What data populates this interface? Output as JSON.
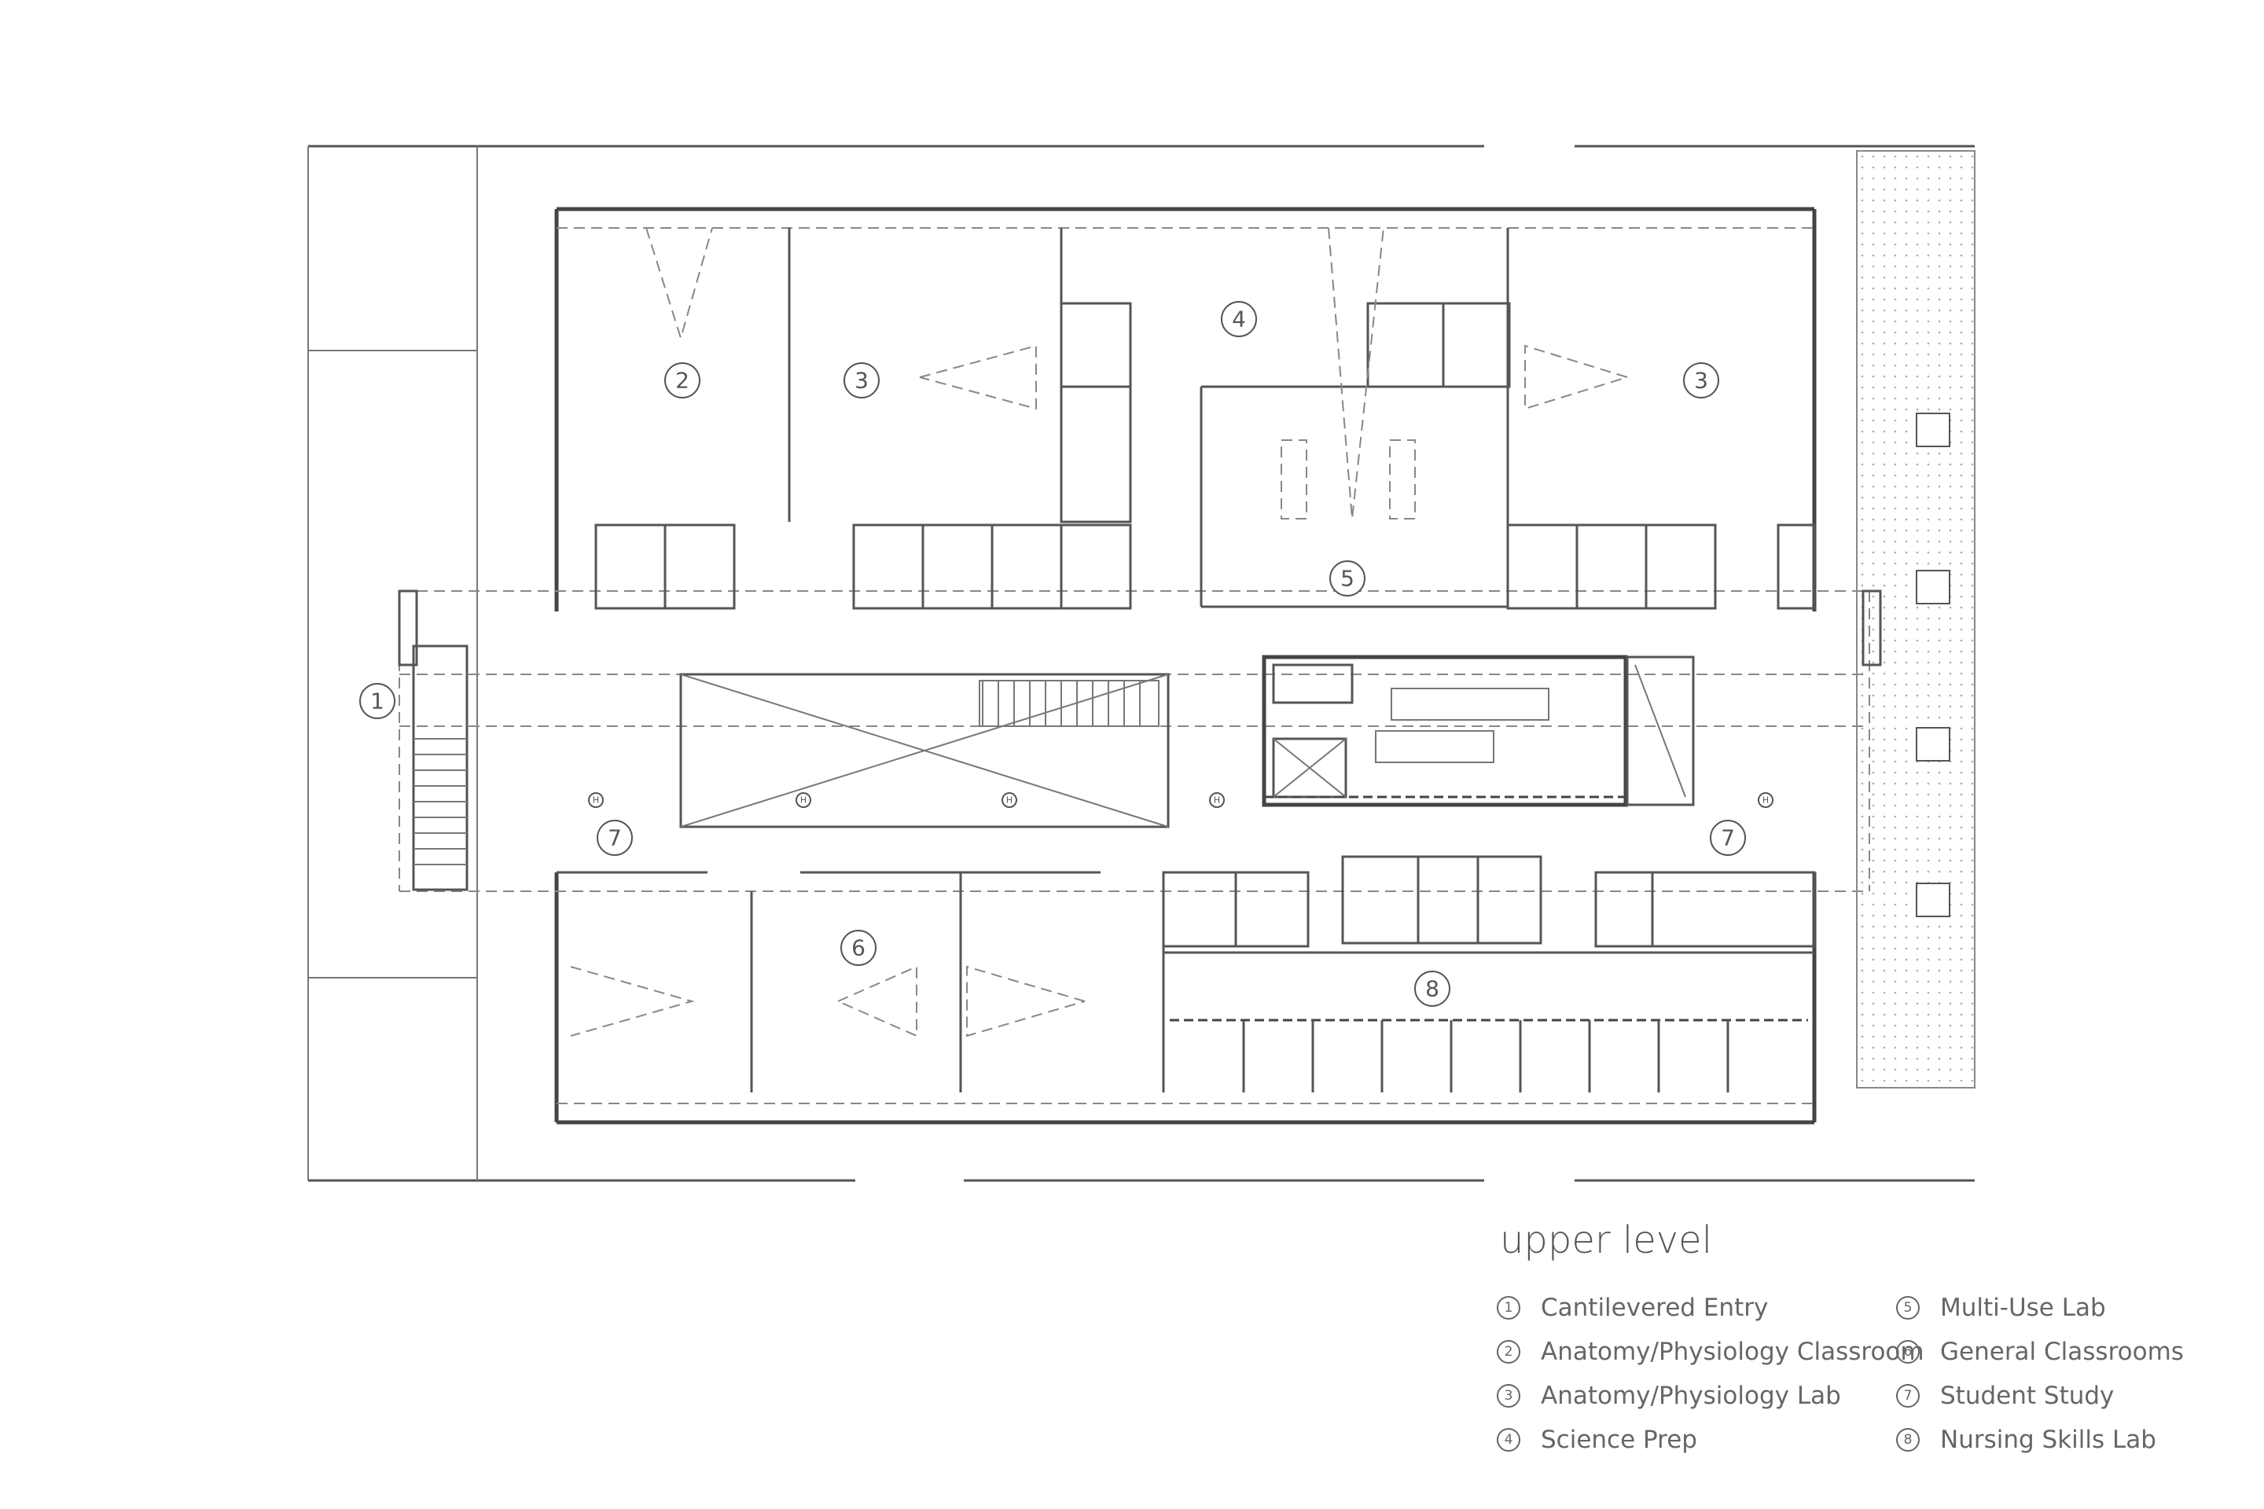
{
  "legend": {
    "title": "upper level",
    "items": [
      {
        "num": "1",
        "label": "Cantilevered Entry"
      },
      {
        "num": "2",
        "label": "Anatomy/Physiology Classroom"
      },
      {
        "num": "3",
        "label": "Anatomy/Physiology Lab"
      },
      {
        "num": "4",
        "label": "Science Prep"
      },
      {
        "num": "5",
        "label": "Multi-Use Lab"
      },
      {
        "num": "6",
        "label": "General Classrooms"
      },
      {
        "num": "7",
        "label": "Student Study"
      },
      {
        "num": "8",
        "label": "Nursing Skills Lab"
      }
    ]
  },
  "room_tags": [
    "1",
    "2",
    "3",
    "3",
    "4",
    "5",
    "6",
    "7",
    "7",
    "8"
  ],
  "column_marker": "H"
}
